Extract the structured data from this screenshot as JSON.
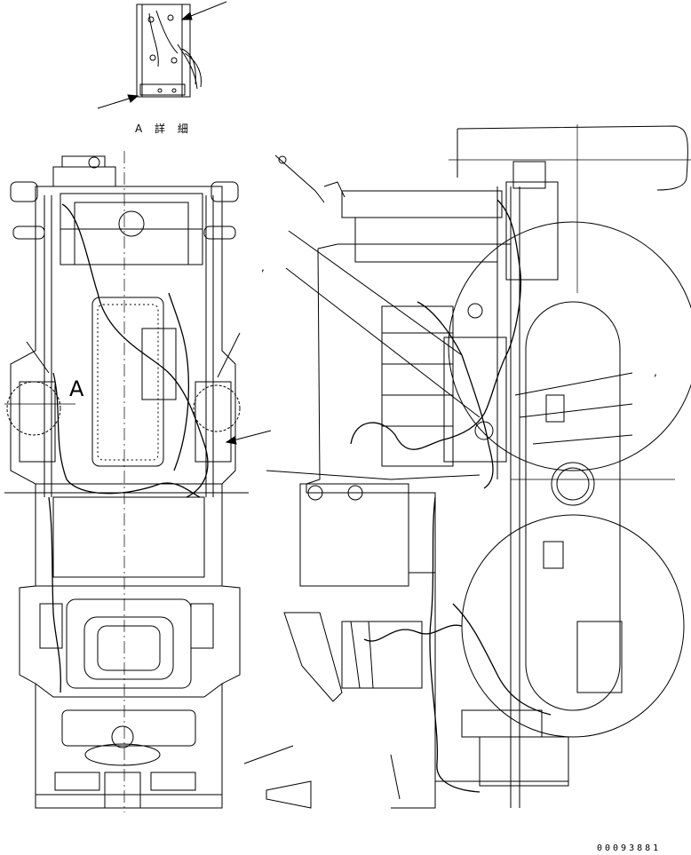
{
  "detail_label": "A 詳 細",
  "callout_letter": "A",
  "drawing_number": "00093881",
  "tick_marks": [
    ",",
    ","
  ],
  "colors": {
    "line": "#000000",
    "background": "#ffffff"
  }
}
